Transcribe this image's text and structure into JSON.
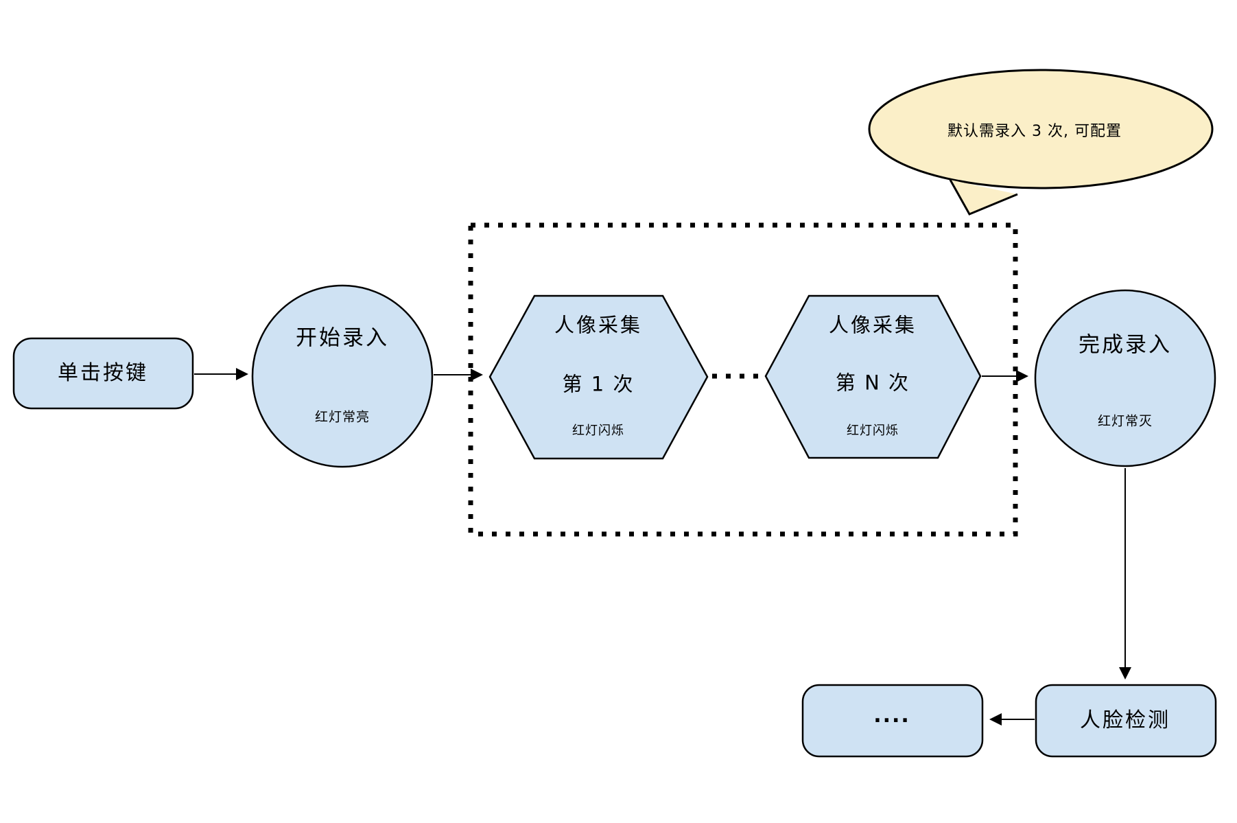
{
  "colors": {
    "node_fill": "#cfe2f3",
    "node_stroke": "#000000",
    "callout_fill": "#fbefc8",
    "background": "#ffffff"
  },
  "nodes": {
    "click_button": {
      "label": "单击按键"
    },
    "start_record": {
      "title": "开始录入",
      "subtitle": "红灯常亮"
    },
    "capture_first": {
      "title": "人像采集",
      "line2": "第 1 次",
      "subtitle": "红灯闪烁"
    },
    "capture_nth": {
      "title": "人像采集",
      "line2": "第 N 次",
      "subtitle": "红灯闪烁"
    },
    "finish_record": {
      "title": "完成录入",
      "subtitle": "红灯常灭"
    },
    "face_detect": {
      "label": "人脸检测"
    },
    "continuation": {
      "label": "...."
    }
  },
  "callout": {
    "text": "默认需录入 3 次, 可配置"
  }
}
